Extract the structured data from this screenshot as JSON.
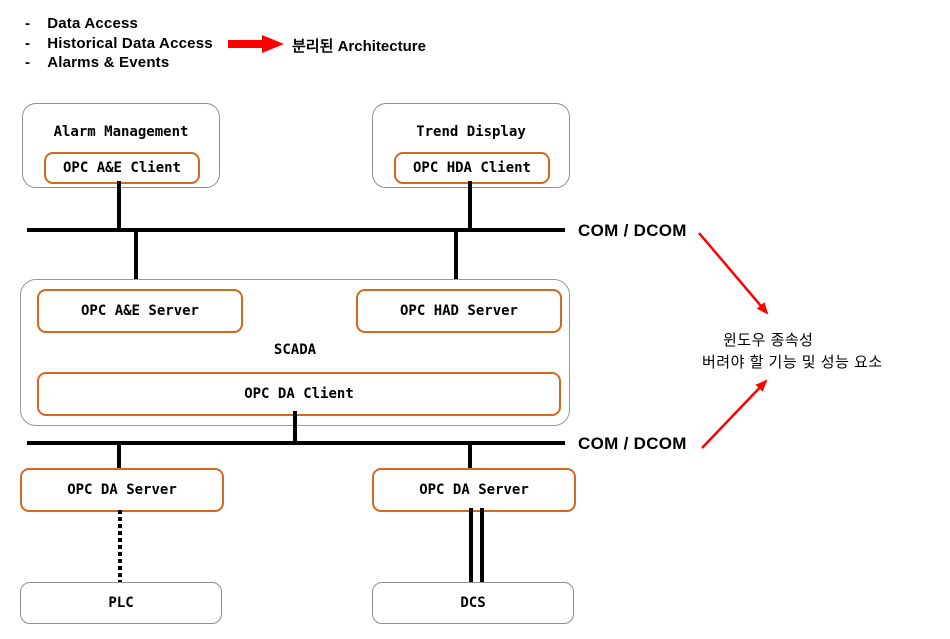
{
  "bullet_prefix": "-",
  "feature_list": {
    "items": [
      "Data Access",
      "Historical Data Access",
      "Alarms & Events"
    ],
    "arrow_label": "분리된 Architecture"
  },
  "top_nodes": {
    "alarm": {
      "title": "Alarm Management",
      "client": "OPC A&E Client"
    },
    "trend": {
      "title": "Trend Display",
      "client": "OPC HDA Client"
    }
  },
  "buses": {
    "top_label": "COM / DCOM",
    "bottom_label": "COM / DCOM"
  },
  "scada": {
    "title": "SCADA",
    "ae_server": "OPC A&E Server",
    "had_server": "OPC HAD Server",
    "da_client": "OPC DA Client"
  },
  "field_nodes": {
    "da_server_left": "OPC DA Server",
    "da_server_right": "OPC DA Server",
    "plc": "PLC",
    "dcs": "DCS"
  },
  "annotation": {
    "line1": "윈도우 종속성",
    "line2": "버려야 할 기능 및 성능 요소"
  },
  "colors": {
    "accent_orange": "#D2691E",
    "border_gray": "#8E8E8E",
    "arrow_red": "#FF0000",
    "line_black": "#000000"
  }
}
